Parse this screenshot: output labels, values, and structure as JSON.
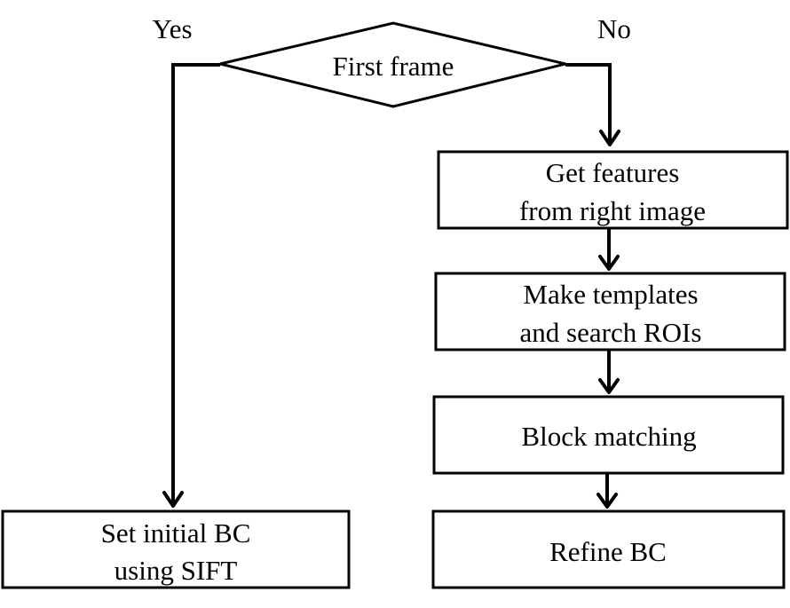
{
  "decision": {
    "label": "First frame",
    "yes_label": "Yes",
    "no_label": "No"
  },
  "steps": {
    "get_features": {
      "line1": "Get features",
      "line2": "from right image"
    },
    "make_templates": {
      "line1": "Make templates",
      "line2": "and search ROIs"
    },
    "block_matching": {
      "label": "Block matching"
    },
    "refine_bc": {
      "label": "Refine BC"
    },
    "set_initial_bc": {
      "line1": "Set initial BC",
      "line2": "using SIFT"
    }
  }
}
